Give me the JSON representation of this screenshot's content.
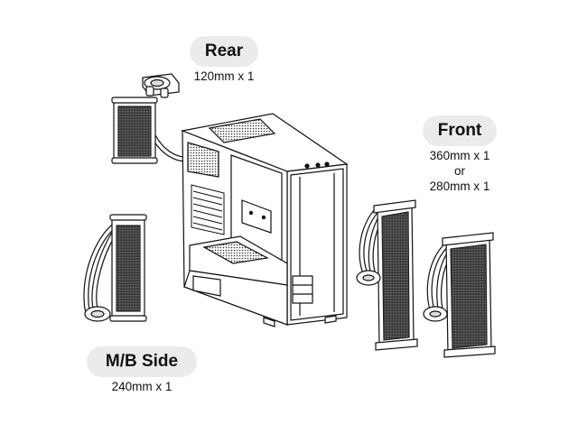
{
  "labels": {
    "rear": {
      "title": "Rear",
      "spec": "120mm x 1"
    },
    "front": {
      "title": "Front",
      "spec_a": "360mm x 1",
      "connector": "or",
      "spec_b": "280mm x 1"
    },
    "mb_side": {
      "title": "M/B Side",
      "spec": "240mm x 1"
    }
  },
  "colors": {
    "line": "#111111",
    "pill_bg": "#ebebeb",
    "background": "#ffffff"
  }
}
